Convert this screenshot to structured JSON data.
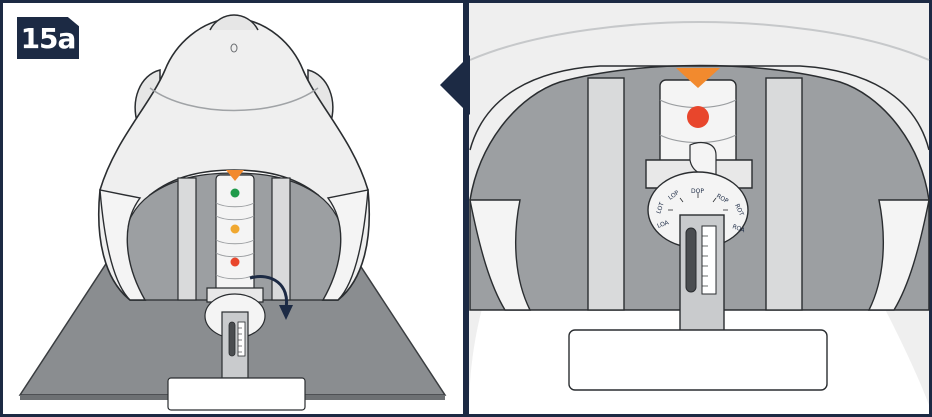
{
  "step_label": "15a",
  "colors": {
    "frame": "#1c2a44",
    "platform": "#8a8d90",
    "dome": "#efefef",
    "interior_shadow": "#9c9fa2",
    "pointer": "#f28a2e",
    "dot_green": "#1f9a4a",
    "dot_yellow": "#f0a830",
    "dot_red": "#e8462c",
    "arrow": "#1c2a44"
  },
  "dial": {
    "labels": [
      "LOT",
      "LOP",
      "DOP",
      "ROP",
      "ROT",
      "ROA",
      "LOA"
    ]
  },
  "indicator_dots": [
    "green",
    "yellow",
    "red"
  ],
  "zoom_indicator_dot": "red",
  "rotation_arrow": "clockwise"
}
